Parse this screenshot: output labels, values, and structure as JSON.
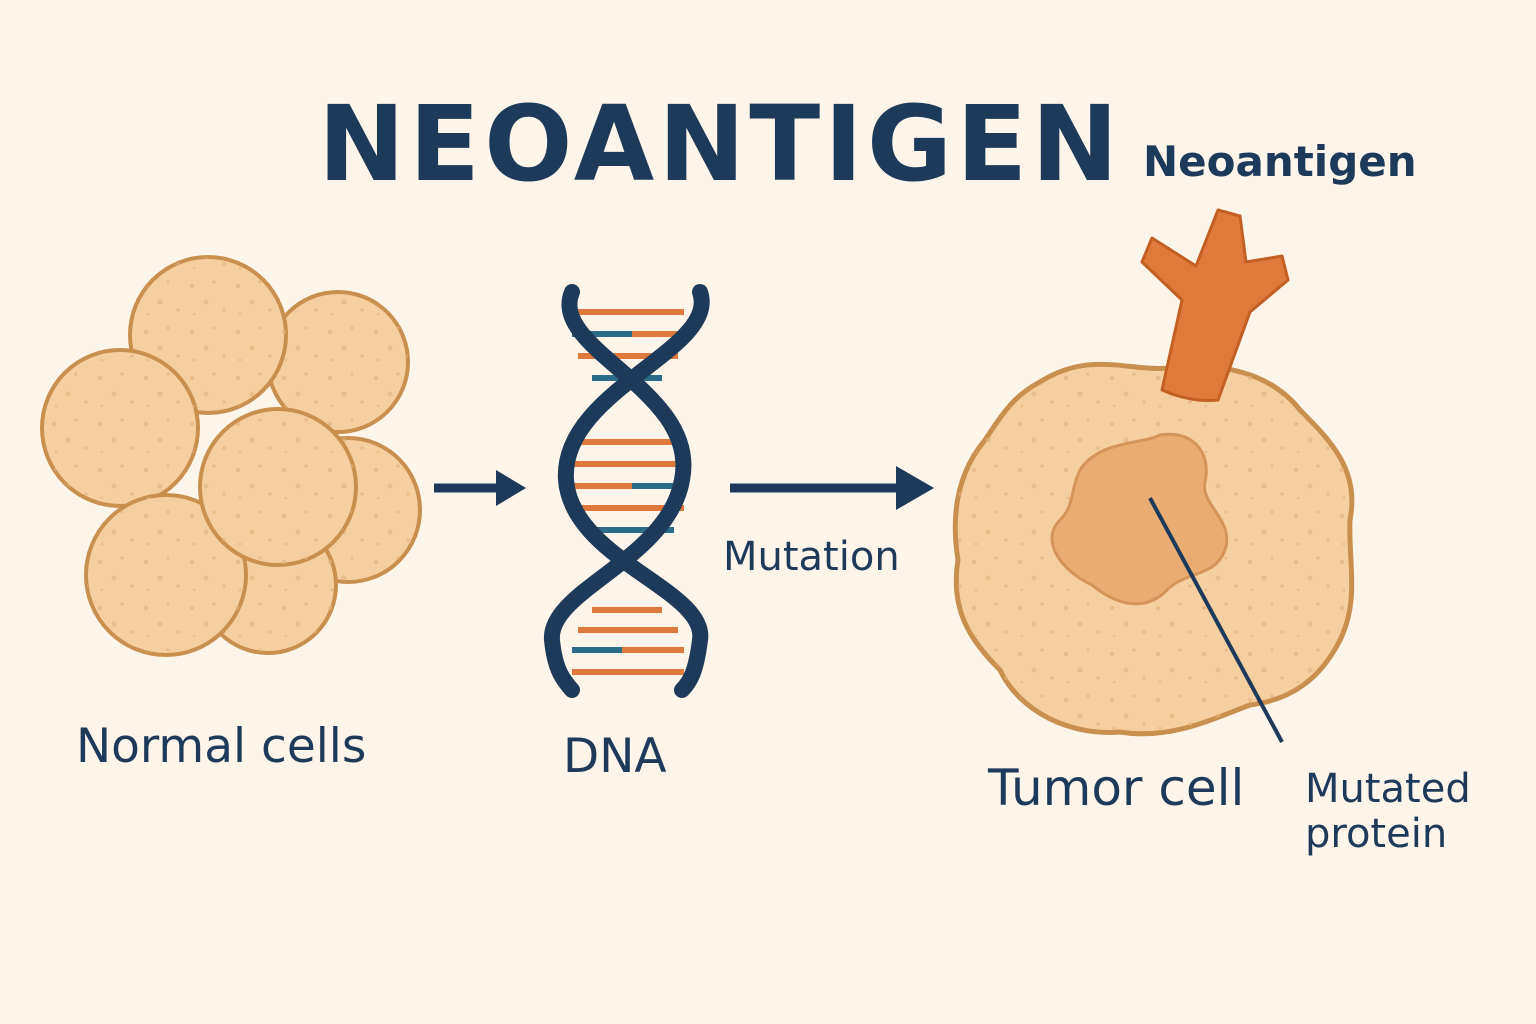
{
  "title": "NEOANTIGEN",
  "labels": {
    "neoantigen": "Neoantigen",
    "normal_cells": "Normal cells",
    "dna": "DNA",
    "mutation": "Mutation",
    "tumor_cell": "Tumor cell",
    "mutated_protein": "Mutated\nprotein"
  },
  "icons": {
    "normal_cells": "cell-cluster-icon",
    "dna": "dna-helix-icon",
    "tumor_cell": "tumor-cell-icon",
    "neoantigen": "neoantigen-receptor-icon",
    "arrows": "right-arrow-icon"
  },
  "colors": {
    "background": "#fdf5ea",
    "text": "#1e3a5a",
    "cell_fill": "#f6cfa0",
    "cell_outline": "#c98f4e",
    "helix_backbone": "#1e3a5a",
    "base_pair_orange": "#e07a3c",
    "base_pair_teal": "#2b6c8a",
    "neoantigen": "#e07a3c",
    "nucleus": "#e9ad73"
  }
}
